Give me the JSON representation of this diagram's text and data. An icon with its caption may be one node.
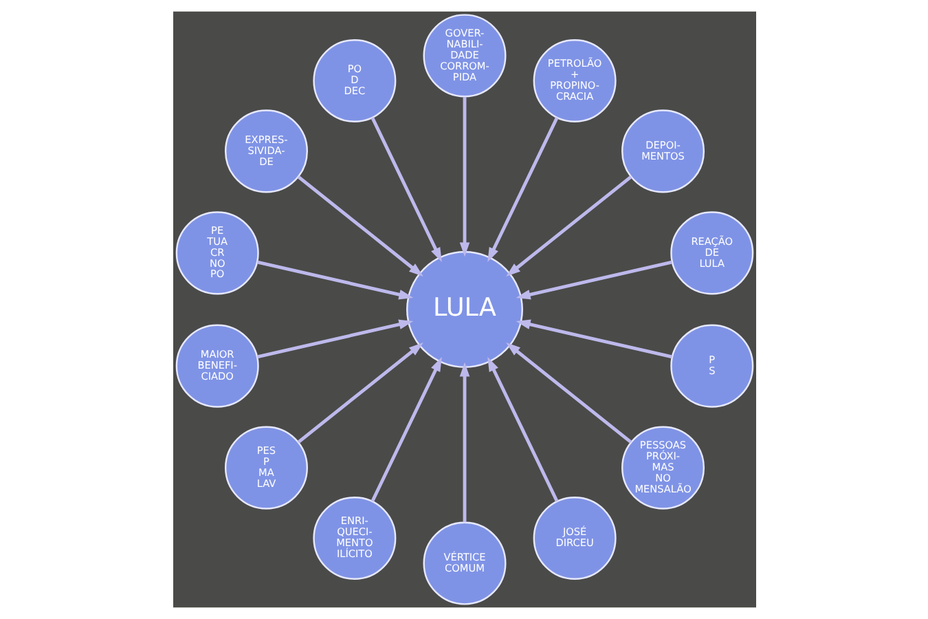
{
  "diagram": {
    "nodes": [
      {
        "text": [
          "REAÇÃO DE LULA"
        ]
      },
      {
        "text": [
          "DEPOI-MENTOS"
        ]
      },
      {
        "text": [
          "PETROLÃO + PROPINO-CRACIA"
        ]
      },
      {
        "text": [
          "GOVER-NABILI-DADE CORROM-PIDA"
        ]
      },
      {
        "text": [
          "PO D DEC"
        ]
      },
      {
        "text": [
          "EXPRES-SIVIDA-DE"
        ]
      },
      {
        "text": [
          "LULA"
        ]
      },
      {
        "text": [
          "PE TUA CR NO PO"
        ]
      },
      {
        "text": [
          "MAIOR BENEFI-CIADO"
        ]
      },
      {
        "text": [
          "PES P MA LAV"
        ]
      },
      {
        "text": [
          "ENRI-QUECI-MENTO ILÍCITO"
        ]
      },
      {
        "text": [
          "VÉRTICE COMUM"
        ]
      },
      {
        "text": [
          "JOSÉ DIRCEU"
        ]
      },
      {
        "text": [
          "PESSOAS PRÓXI-MAS NO MENSALÃO"
        ]
      },
      {
        "text": [
          "P S"
        ]
      }
    ],
    "edges": [
      {
        "from": 0,
        "to": 6,
        "arrow": "to"
      },
      {
        "from": 1,
        "to": 6,
        "arrow": "to"
      },
      {
        "from": 2,
        "to": 6,
        "arrow": "to"
      },
      {
        "from": 3,
        "to": 6,
        "arrow": "to"
      },
      {
        "from": 4,
        "to": 6,
        "arrow": "to"
      },
      {
        "from": 7,
        "to": 6,
        "arrow": "to"
      },
      {
        "from": 9,
        "to": 6,
        "arrow": "to"
      },
      {
        "from": 14,
        "to": 6,
        "arrow": "to"
      },
      {
        "from": 13,
        "to": 6,
        "arrow": "to"
      },
      {
        "from": 12,
        "to": 6,
        "arrow": "to"
      },
      {
        "from": 11,
        "to": 6,
        "arrow": "to"
      },
      {
        "from": 10,
        "to": 6,
        "arrow": "to"
      },
      {
        "from": 8,
        "to": 6,
        "arrow": "to"
      },
      {
        "from": 5,
        "to": 6,
        "arrow": "to"
      }
    ]
  }
}
